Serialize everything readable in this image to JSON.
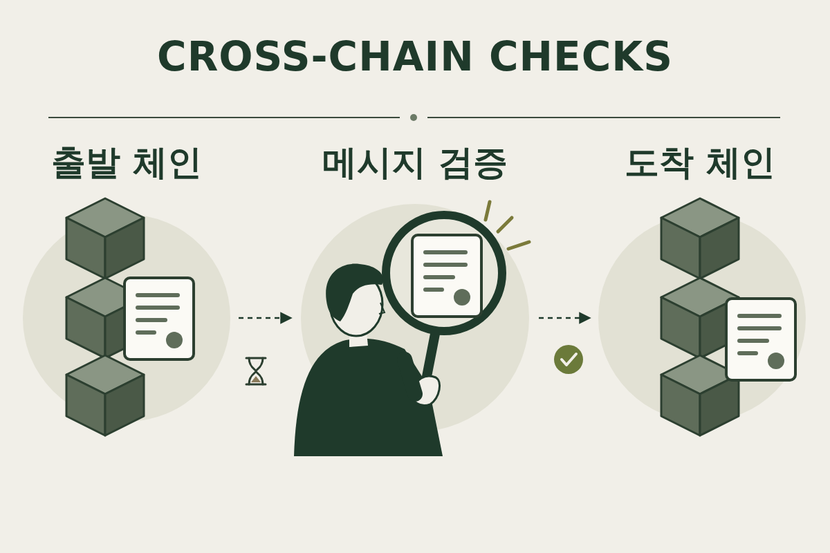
{
  "diagram": {
    "title": "CROSS-CHAIN CHECKS",
    "nodes": [
      {
        "text": [
          "출발 체인"
        ]
      },
      {
        "text": [
          "메시지 검증"
        ]
      },
      {
        "text": [
          "도착 체인"
        ]
      }
    ],
    "edges": [
      {
        "from": 0,
        "to": 1,
        "arrow": "to"
      },
      {
        "from": 1,
        "to": 2,
        "arrow": "to"
      }
    ]
  }
}
